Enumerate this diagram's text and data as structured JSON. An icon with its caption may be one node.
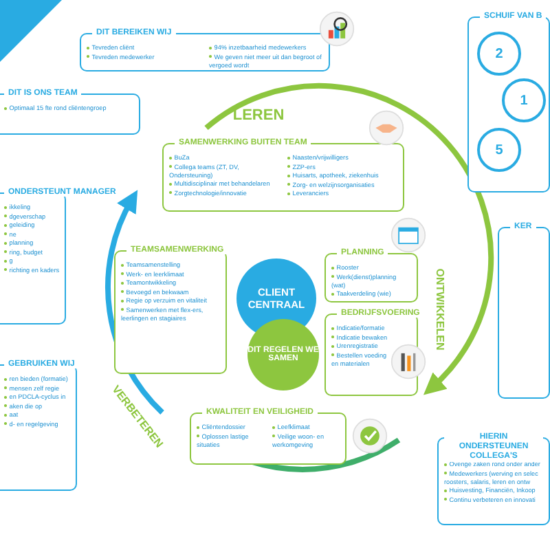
{
  "diagram": {
    "nodes": [
      {
        "text": [
          "DIT BEREIKEN WIJ",
          "Tevreden cliënt",
          "Tevreden medewerker",
          "94% inzetbaarheid medewerkers",
          "We geven niet meer uit dan begroot of vergoed wordt"
        ]
      },
      {
        "text": [
          "DIT IS ONS TEAM",
          "Optimaal 15 fte rond cliëntengroep"
        ]
      },
      {
        "text": [
          "ONDERSTEUNT MANAGER",
          "ikkeling",
          "dgeverschap",
          "geleiding",
          "ne",
          "planning",
          "ring, budget",
          "g",
          "richting en kaders"
        ]
      },
      {
        "text": [
          "GEBRUIKEN WIJ",
          "ren bieden (formatie)",
          "mensen zelf regie",
          "en PDCLA-cyclus in",
          "aken die op",
          "aat",
          "d- en regelgeving"
        ]
      },
      {
        "text": [
          "SAMENWERKING BUITEN TEAM",
          "BuZa",
          "Collega teams (ZT, DV, Ondersteuning)",
          "Multidisciplinair met behandelaren",
          "Zorgtechnologie/innovatie",
          "Naasten/vrijwilligers",
          "ZZP-ers",
          "Huisarts, apotheek, ziekenhuis",
          "Zorg- en welzijnsorganisaties",
          "Leveranciers"
        ]
      },
      {
        "text": [
          "TEAMSAMENWERKING",
          "Teamsamenstelling",
          "Werk- en leerklimaat",
          "Teamontwikkeling",
          "Bevoegd en bekwaam",
          "Regie op verzuim en vitaliteit",
          "Samenwerken met flex-ers, leerlingen en stagiaires"
        ]
      },
      {
        "text": [
          "CLIENT CENTRAAL"
        ]
      },
      {
        "text": [
          "DIT REGELEN WE SAMEN"
        ]
      },
      {
        "text": [
          "PLANNING",
          "Rooster",
          "Werk(dienst)planning (wat)",
          "Taakverdeling (wie)"
        ]
      },
      {
        "text": [
          "BEDRIJFSVOERING",
          "Indicatie/formatie",
          "Indicatie bewaken",
          "Urenregistratie",
          "Bestellen voeding en materialen"
        ]
      },
      {
        "text": [
          "KWALITEIT EN VEILIGHEID",
          "Cliëntendossier",
          "Oplossen lastige situaties",
          "Leefklimaat",
          "Veilige woon- en werkomgeving"
        ]
      },
      {
        "text": [
          "SCHUIF VAN B"
        ]
      },
      {
        "text": [
          "2"
        ],
        "in": 11
      },
      {
        "text": [
          "1"
        ],
        "in": 11
      },
      {
        "text": [
          "5"
        ],
        "in": 11
      },
      {
        "text": [
          "KER"
        ]
      },
      {
        "text": [
          "HIERIN ONDERSTEUNEN COLLEGA'S",
          "Overige zaken rond onder ander",
          "Medewerkers (werving en selec roosters, salaris, leren en ontw",
          "Huisvesting, Financiën, Inkoop",
          "Continu verbeteren en innovati"
        ]
      }
    ],
    "labels": [
      "LEREN",
      "ONTWIKKELEN",
      "VERBETEREN"
    ]
  }
}
